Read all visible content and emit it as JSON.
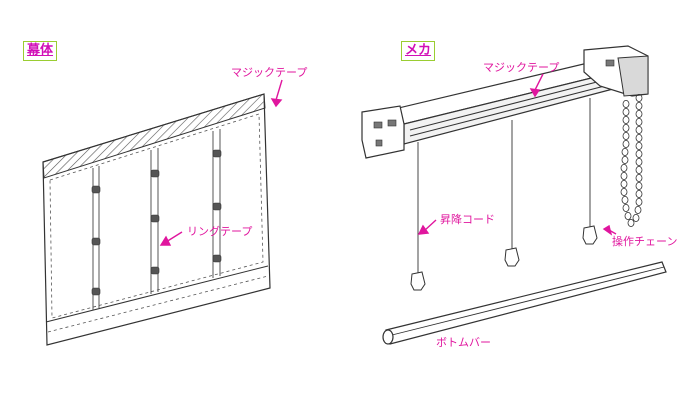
{
  "left_panel": {
    "title": "幕体",
    "label_magic_tape": "マジックテープ",
    "label_ring_tape": "リングテープ"
  },
  "right_panel": {
    "title": "メカ",
    "label_magic_tape": "マジックテープ",
    "label_lift_cord": "昇降コード",
    "label_operation_chain": "操作チェーン",
    "label_bottom_bar": "ボトムバー"
  },
  "colors": {
    "label": "#e0169e",
    "title_text": "#d10fb7",
    "title_border": "#9acd32",
    "line": "#333333"
  }
}
